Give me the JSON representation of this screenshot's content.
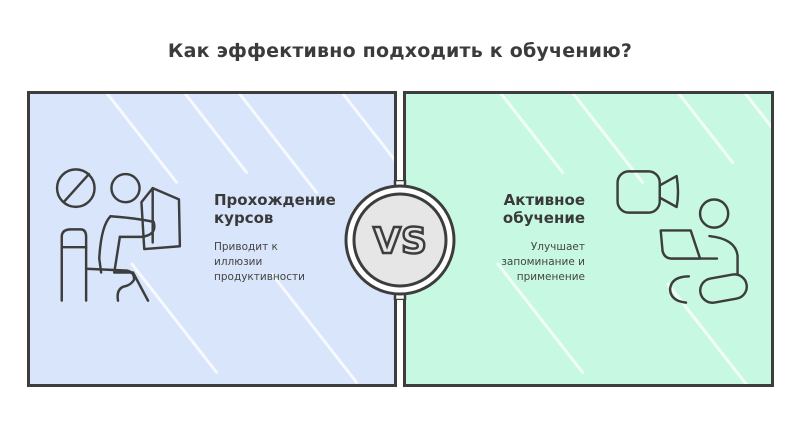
{
  "title": "Как эффективно подходить к обучению?",
  "left": {
    "heading_line1": "Прохождение",
    "heading_line2": "курсов",
    "desc_line1": "Приводит к",
    "desc_line2": "иллюзии",
    "desc_line3": "продуктивности",
    "icon": "person-reading-no-sign-icon",
    "color": "#d9e5fa"
  },
  "right": {
    "heading_line1": "Активное",
    "heading_line2": "обучение",
    "desc_line1": "Улучшает",
    "desc_line2": "запоминание и",
    "desc_line3": "применение",
    "icon": "person-laptop-video-icon",
    "color": "#c7f9e2"
  },
  "center": {
    "label": "VS"
  },
  "colors": {
    "outline": "#3d3d3d",
    "text": "#3a3a3a",
    "vs_fill": "#e6e6e6"
  }
}
